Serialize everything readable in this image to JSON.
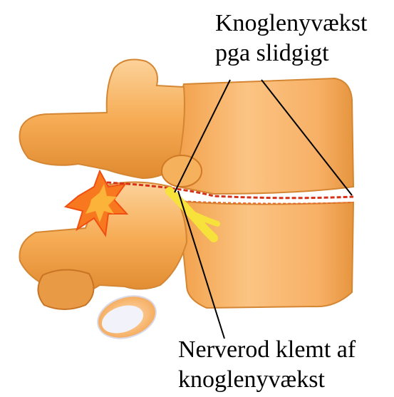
{
  "labels": {
    "top": {
      "line1": "Knoglenyvækst",
      "line2": "pga slidgigt"
    },
    "bottom": {
      "line1": "Nerverod klemt af",
      "line2": "knoglenyvækst"
    }
  },
  "colors": {
    "bone_light": "#fbc98a",
    "bone_mid": "#f5a74e",
    "bone_dark": "#e0862a",
    "bone_shadow": "#c06a1c",
    "disc_line": "#d4331a",
    "nerve": "#f6e23a",
    "inflammation": "#f7781e",
    "leader_line": "#000000",
    "label_text": "#000000"
  }
}
